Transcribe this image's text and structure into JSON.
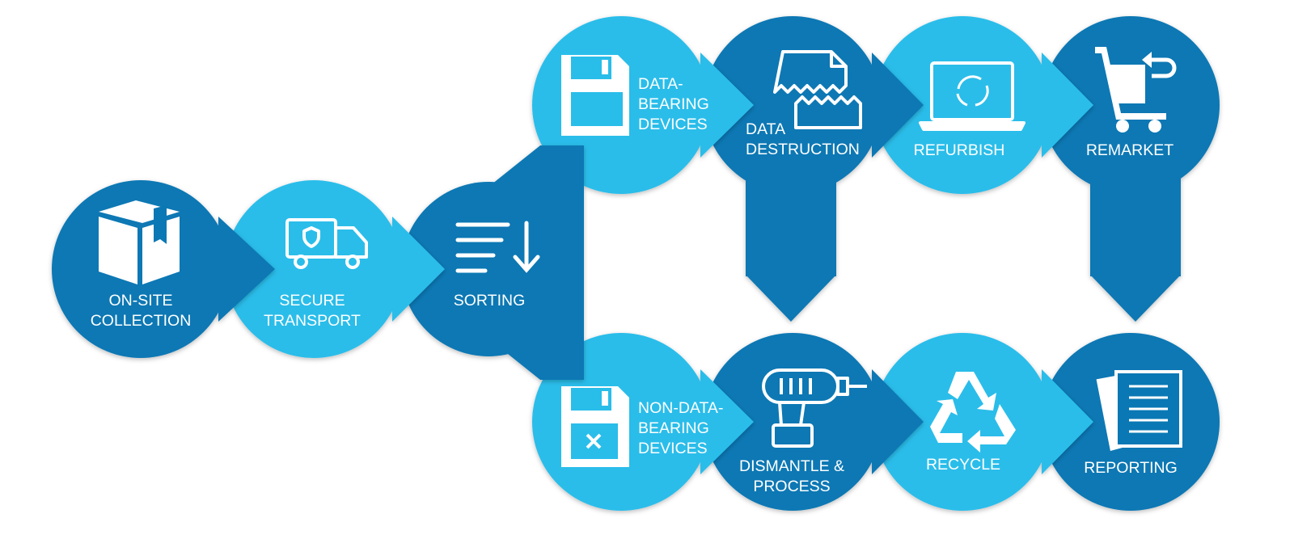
{
  "colors": {
    "dark": "#0a78b4",
    "light": "#29bdea",
    "icon": "#ffffff"
  },
  "steps": {
    "on_site_collection": {
      "line1": "ON-SITE",
      "line2": "COLLECTION",
      "icon": "box-icon",
      "shade": "dark"
    },
    "secure_transport": {
      "line1": "SECURE",
      "line2": "TRANSPORT",
      "icon": "truck-icon",
      "shade": "light"
    },
    "sorting": {
      "line1": "SORTING",
      "icon": "sort-icon",
      "shade": "dark"
    },
    "data_bearing_devices": {
      "line1": "DATA-",
      "line2": "BEARING",
      "line3": "DEVICES",
      "icon": "floppy-disk-icon",
      "shade": "light"
    },
    "data_destruction": {
      "line1": "DATA",
      "line2": "DESTRUCTION",
      "icon": "shredded-document-icon",
      "shade": "dark"
    },
    "refurbish": {
      "line1": "REFURBISH",
      "icon": "laptop-recycle-icon",
      "shade": "light"
    },
    "remarket": {
      "line1": "REMARKET",
      "icon": "cart-return-icon",
      "shade": "dark"
    },
    "non_data_bearing_devices": {
      "line1": "NON-DATA-",
      "line2": "BEARING",
      "line3": "DEVICES",
      "icon": "floppy-disk-x-icon",
      "shade": "light"
    },
    "dismantle_process": {
      "line1": "DISMANTLE &",
      "line2": "PROCESS",
      "icon": "drill-icon",
      "shade": "dark"
    },
    "recycle": {
      "line1": "RECYCLE",
      "icon": "recycle-icon",
      "shade": "light"
    },
    "reporting": {
      "line1": "REPORTING",
      "icon": "documents-icon",
      "shade": "dark"
    }
  }
}
